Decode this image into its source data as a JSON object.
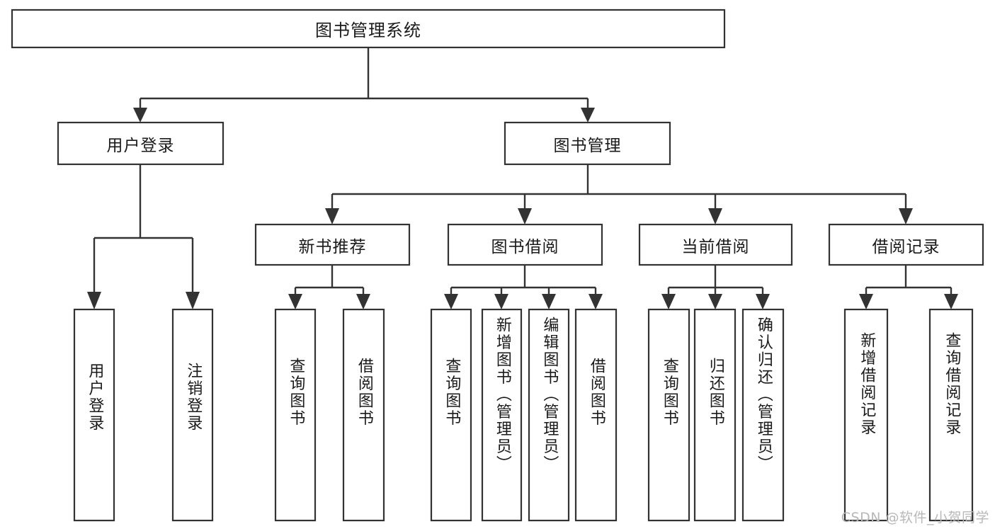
{
  "diagram": {
    "title": "图书管理系统",
    "type": "tree",
    "watermark": "CSDN @软件_小贺同学",
    "nodes": {
      "root": {
        "label": "图书管理系统",
        "orientation": "horizontal"
      },
      "level2": [
        {
          "id": "user-login",
          "label": "用户登录",
          "orientation": "horizontal"
        },
        {
          "id": "book-manage",
          "label": "图书管理",
          "orientation": "horizontal"
        }
      ],
      "level3": [
        {
          "id": "new-book-recommend",
          "label": "新书推荐",
          "orientation": "horizontal"
        },
        {
          "id": "book-borrow",
          "label": "图书借阅",
          "orientation": "horizontal"
        },
        {
          "id": "current-borrow",
          "label": "当前借阅",
          "orientation": "horizontal"
        },
        {
          "id": "borrow-record",
          "label": "借阅记录",
          "orientation": "horizontal"
        }
      ],
      "leaves": [
        {
          "id": "leaf-user-login",
          "label": "用户登录",
          "parent": "user-login",
          "orientation": "vertical"
        },
        {
          "id": "leaf-user-logout",
          "label": "注销登录",
          "parent": "user-login",
          "orientation": "vertical"
        },
        {
          "id": "leaf-query-book-1",
          "label": "查询图书",
          "parent": "new-book-recommend",
          "orientation": "vertical"
        },
        {
          "id": "leaf-borrow-book-1",
          "label": "借阅图书",
          "parent": "new-book-recommend",
          "orientation": "vertical"
        },
        {
          "id": "leaf-query-book-2",
          "label": "查询图书",
          "parent": "book-borrow",
          "orientation": "vertical"
        },
        {
          "id": "leaf-add-book",
          "label": "新增图书（管理员）",
          "parent": "book-borrow",
          "orientation": "vertical"
        },
        {
          "id": "leaf-edit-book",
          "label": "编辑图书（管理员）",
          "parent": "book-borrow",
          "orientation": "vertical"
        },
        {
          "id": "leaf-borrow-book-2",
          "label": "借阅图书",
          "parent": "book-borrow",
          "orientation": "vertical"
        },
        {
          "id": "leaf-query-book-3",
          "label": "查询图书",
          "parent": "current-borrow",
          "orientation": "vertical"
        },
        {
          "id": "leaf-return-book",
          "label": "归还图书",
          "parent": "current-borrow",
          "orientation": "vertical"
        },
        {
          "id": "leaf-confirm-return",
          "label": "确认归还（管理员）",
          "parent": "current-borrow",
          "orientation": "vertical"
        },
        {
          "id": "leaf-add-record",
          "label": "新增借阅记录",
          "parent": "borrow-record",
          "orientation": "vertical"
        },
        {
          "id": "leaf-query-record",
          "label": "查询借阅记录",
          "parent": "borrow-record",
          "orientation": "vertical"
        }
      ]
    },
    "colors": {
      "box_stroke": "#333333",
      "box_fill": "#ffffff",
      "connector": "#333333",
      "text": "#1a1a1a",
      "watermark": "#b8b8b8",
      "background": "#ffffff"
    }
  }
}
